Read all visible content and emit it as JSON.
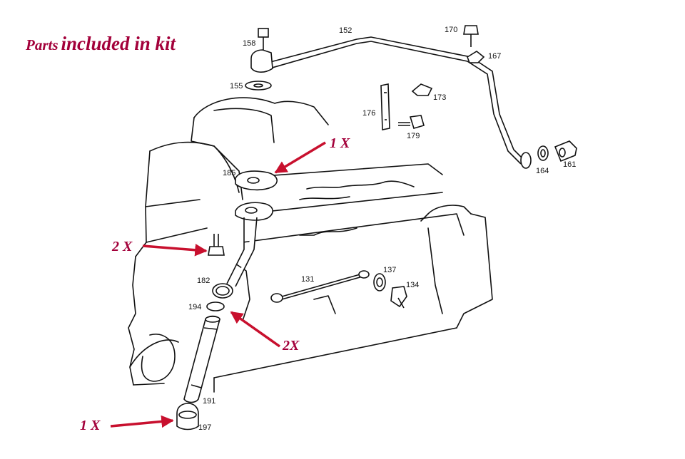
{
  "title": {
    "part1": "Parts",
    "part2": "included in kit"
  },
  "part_numbers": {
    "p152": "152",
    "p158": "158",
    "p170": "170",
    "p167": "167",
    "p155": "155",
    "p173": "173",
    "p176": "176",
    "p179": "179",
    "p185": "185",
    "p164": "164",
    "p161": "161",
    "p182": "182",
    "p131": "131",
    "p137": "137",
    "p134": "134",
    "p194": "194",
    "p191": "191",
    "p197": "197"
  },
  "quantities": {
    "gasket_185": "1 X",
    "bolt_182": "2 X",
    "oring_194": "2X",
    "cap_197": "1 X"
  },
  "colors": {
    "callout": "#a3003a",
    "arrow": "#c8102e",
    "line": "#111111"
  }
}
